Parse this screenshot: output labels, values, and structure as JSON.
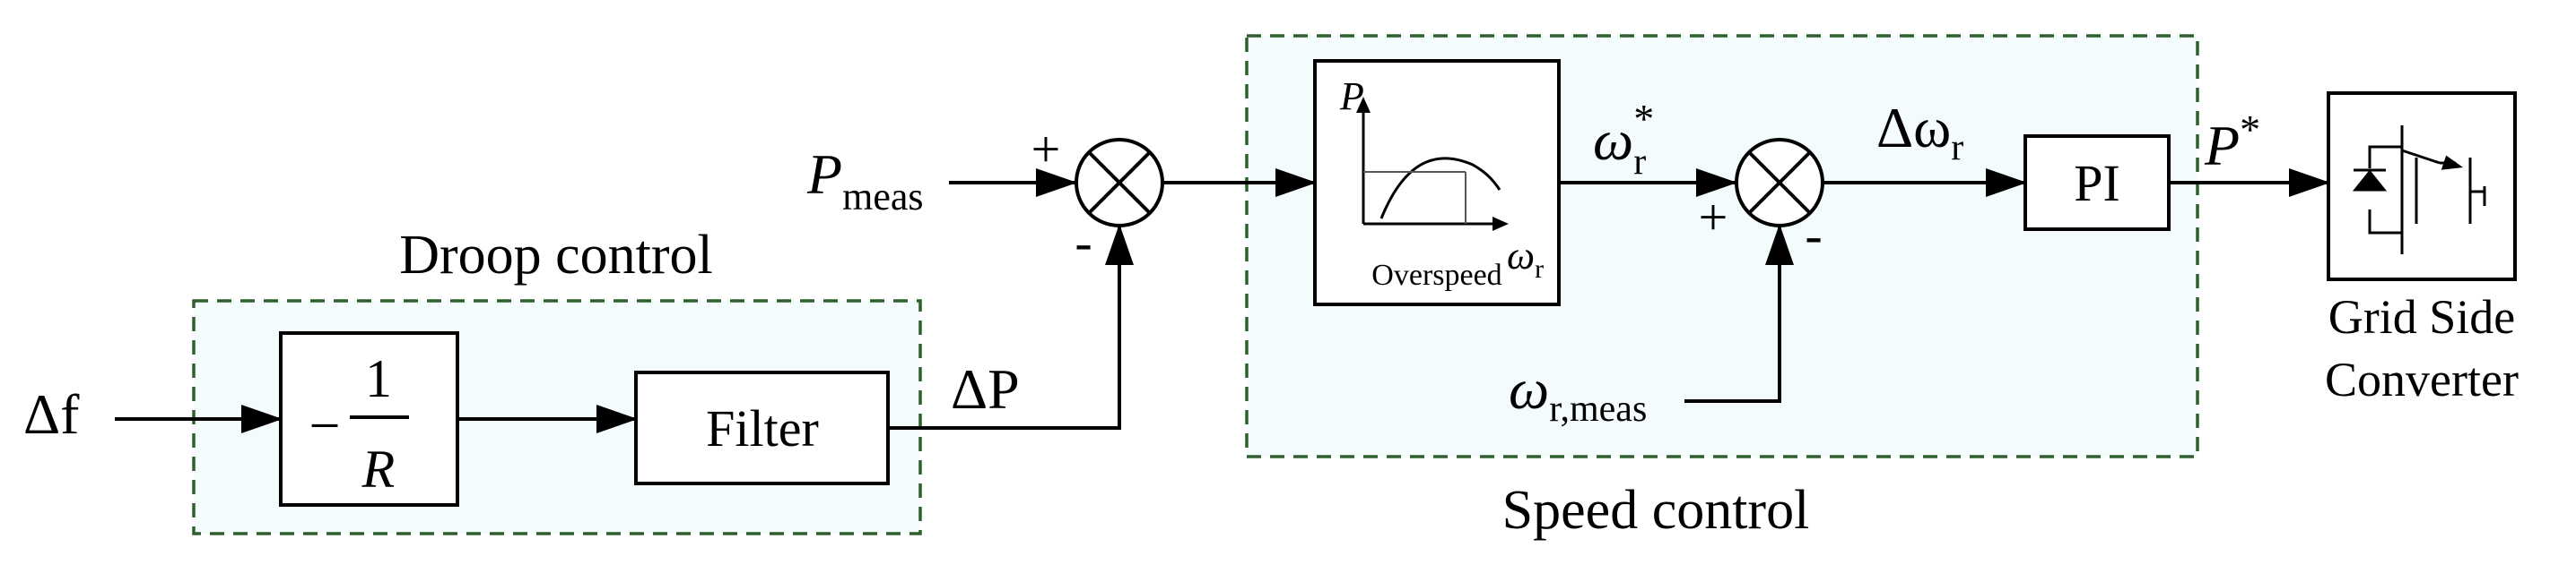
{
  "groups": {
    "droop_title": "Droop control",
    "speed_title": "Speed control"
  },
  "blocks": {
    "gain_sign": "−",
    "gain_num": "1",
    "gain_den": "R",
    "filter": "Filter",
    "pi": "PI",
    "curve_y_axis": "P",
    "curve_caption": "Overspeed",
    "curve_x_axis_main": "ω",
    "curve_x_axis_sub": "r",
    "converter_line1": "Grid Side",
    "converter_line2": "Converter"
  },
  "signals": {
    "delta_f": "Δf",
    "p_meas_main": "P",
    "p_meas_sub": "meas",
    "delta_p": "ΔP",
    "omega_ref_main": "ω",
    "omega_ref_sub": "r",
    "omega_ref_sup": "*",
    "delta_omega": "Δω",
    "delta_omega_sub": "r",
    "omega_meas_main": "ω",
    "omega_meas_sub": "r,meas",
    "p_star_main": "P",
    "p_star_sup": "*"
  },
  "signs": {
    "sum1_top": "+",
    "sum1_bottom": "-",
    "sum2_left": "+",
    "sum2_bottom": "-"
  }
}
